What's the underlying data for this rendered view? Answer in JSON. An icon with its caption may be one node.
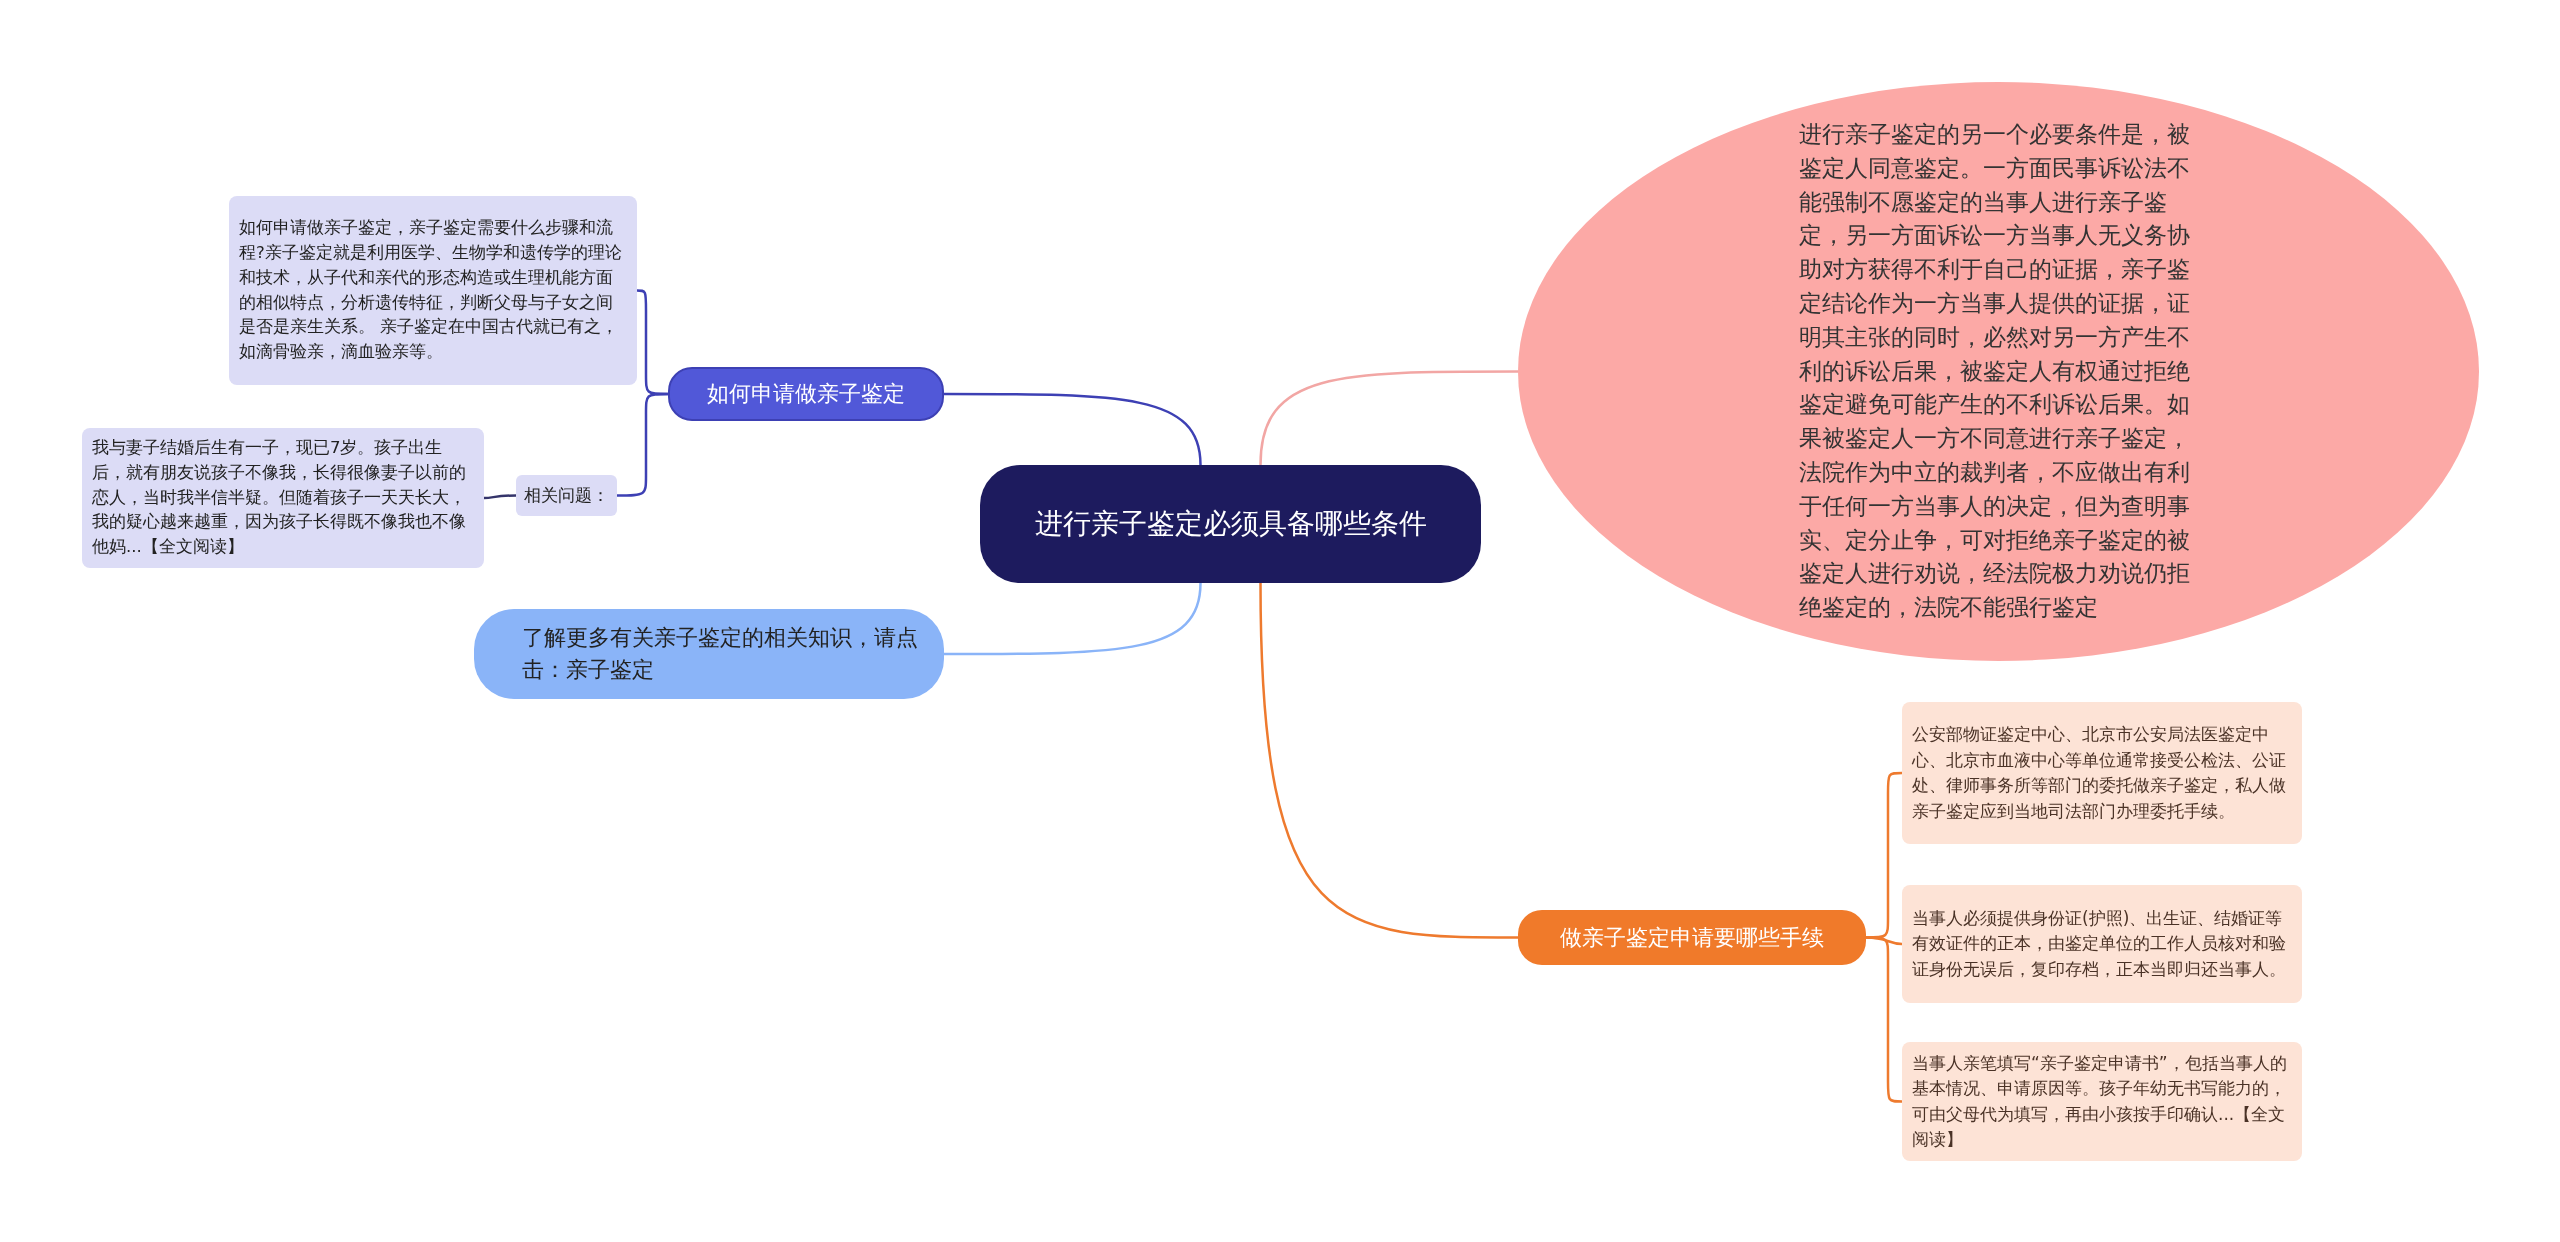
{
  "diagram": {
    "nodes": [
      {
        "text": [
          "进行亲子鉴定必须具备哪些条件"
        ]
      },
      {
        "text": [
          "如何申请做亲子鉴定"
        ]
      },
      {
        "text": [
          "如何申请做亲子鉴定，亲子鉴定需要什么步骤和流程?亲子鉴定就是利用医学、生物学和遗传学的理论和技术，从子代和亲代的形态构造或生理机能方面的相似特点，分析遗传特征，判断父母与子女之间是否是亲生关系。 亲子鉴定在中国古代就已有之，如滴骨验亲，滴血验亲等。"
        ]
      },
      {
        "text": [
          "相关问题："
        ]
      },
      {
        "text": [
          "我与妻子结婚后生有一子，现已7岁。孩子出生后，就有朋友说孩子不像我，长得很像妻子以前的恋人，当时我半信半疑。但随着孩子一天天长大，我的疑心越来越重，因为孩子长得既不像我也不像他妈...【全文阅读】"
        ]
      },
      {
        "text": [
          "了解更多有关亲子鉴定的相关知识，请点击：亲子鉴定"
        ]
      },
      {
        "text": [
          "进行亲子鉴定的另一个必要条件是，被鉴定人同意鉴定。一方面民事诉讼法不能强制不愿鉴定的当事人进行亲子鉴定，另一方面诉讼一方当事人无义务协助对方获得不利于自己的证据，亲子鉴定结论作为一方当事人提供的证据，证明其主张的同时，必然对另一方产生不利的诉讼后果，被鉴定人有权通过拒绝鉴定避免可能产生的不利诉讼后果。如果被鉴定人一方不同意进行亲子鉴定，法院作为中立的裁判者，不应做出有利于任何一方当事人的决定，但为查明事实、定分止争，可对拒绝亲子鉴定的被鉴定人进行劝说，经法院极力劝说仍拒绝鉴定的，法院不能强行鉴定"
        ]
      },
      {
        "text": [
          "做亲子鉴定申请要哪些手续"
        ]
      },
      {
        "text": [
          "公安部物证鉴定中心、北京市公安局法医鉴定中心、北京市血液中心等单位通常接受公检法、公证处、律师事务所等部门的委托做亲子鉴定，私人做亲子鉴定应到当地司法部门办理委托手续。"
        ]
      },
      {
        "text": [
          "当事人必须提供身份证(护照)、出生证、结婚证等有效证件的正本，由鉴定单位的工作人员核对和验证身份无误后，复印存档，正本当即归还当事人。"
        ]
      },
      {
        "text": [
          "当事人亲笔填写“亲子鉴定申请书”，包括当事人的基本情况、申请原因等。孩子年幼无书写能力的，可由父母代为填写，再由小孩按手印确认...【全文阅读】"
        ]
      }
    ],
    "edges": [
      {
        "from": 0,
        "to": 1,
        "arrow": "none",
        "color": "#3d40b4"
      },
      {
        "from": 1,
        "to": 2,
        "arrow": "none",
        "color": "#3d40b4"
      },
      {
        "from": 1,
        "to": 3,
        "arrow": "none",
        "color": "#3d40b4"
      },
      {
        "from": 3,
        "to": 4,
        "arrow": "none",
        "color": "#34346a"
      },
      {
        "from": 0,
        "to": 5,
        "arrow": "none",
        "color": "#8ab4f8"
      },
      {
        "from": 0,
        "to": 6,
        "arrow": "none",
        "color": "#f2a6a4"
      },
      {
        "from": 0,
        "to": 7,
        "arrow": "none",
        "color": "#ee7a2e"
      },
      {
        "from": 7,
        "to": 8,
        "arrow": "none",
        "color": "#ee7a2e"
      },
      {
        "from": 7,
        "to": 9,
        "arrow": "none",
        "color": "#ee7a2e"
      },
      {
        "from": 7,
        "to": 10,
        "arrow": "none",
        "color": "#ee7a2e"
      }
    ]
  }
}
